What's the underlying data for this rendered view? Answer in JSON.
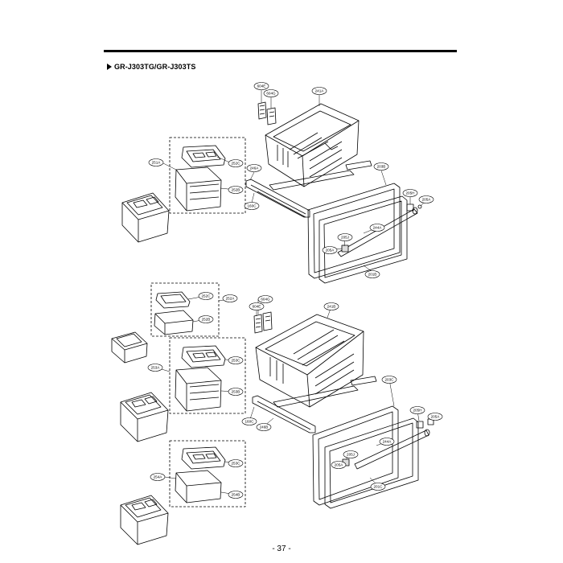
{
  "page": {
    "model_heading": "GR-J303TG/GR-J303TS",
    "page_number": "- 37 -"
  },
  "callouts": [
    {
      "id": "c01",
      "label": "604E"
    },
    {
      "id": "c02",
      "label": "604G"
    },
    {
      "id": "c03",
      "label": "241A"
    },
    {
      "id": "c04",
      "label": "251A"
    },
    {
      "id": "c05",
      "label": "252C"
    },
    {
      "id": "c06",
      "label": "246A"
    },
    {
      "id": "c07",
      "label": "252B"
    },
    {
      "id": "c08",
      "label": "160C"
    },
    {
      "id": "c09",
      "label": "203B"
    },
    {
      "id": "c10",
      "label": "205H"
    },
    {
      "id": "c11",
      "label": "205A"
    },
    {
      "id": "c12",
      "label": "244A"
    },
    {
      "id": "c13",
      "label": "205J"
    },
    {
      "id": "c14",
      "label": "205A"
    },
    {
      "id": "c15",
      "label": "201B"
    },
    {
      "id": "c16",
      "label": "252C"
    },
    {
      "id": "c17",
      "label": "252A"
    },
    {
      "id": "c18",
      "label": "252B"
    },
    {
      "id": "c19",
      "label": "604G"
    },
    {
      "id": "c20",
      "label": "604E"
    },
    {
      "id": "c21",
      "label": "241B"
    },
    {
      "id": "c22",
      "label": "253A"
    },
    {
      "id": "c23",
      "label": "253C"
    },
    {
      "id": "c24",
      "label": "253B"
    },
    {
      "id": "c25",
      "label": "203C"
    },
    {
      "id": "c26",
      "label": "160C"
    },
    {
      "id": "c27",
      "label": "246B"
    },
    {
      "id": "c28",
      "label": "205H"
    },
    {
      "id": "c29",
      "label": "205A"
    },
    {
      "id": "c30",
      "label": "244A"
    },
    {
      "id": "c31",
      "label": "205J"
    },
    {
      "id": "c32",
      "label": "205A"
    },
    {
      "id": "c33",
      "label": "201C"
    },
    {
      "id": "c34",
      "label": "253C"
    },
    {
      "id": "c35",
      "label": "254A"
    },
    {
      "id": "c36",
      "label": "254B"
    }
  ]
}
